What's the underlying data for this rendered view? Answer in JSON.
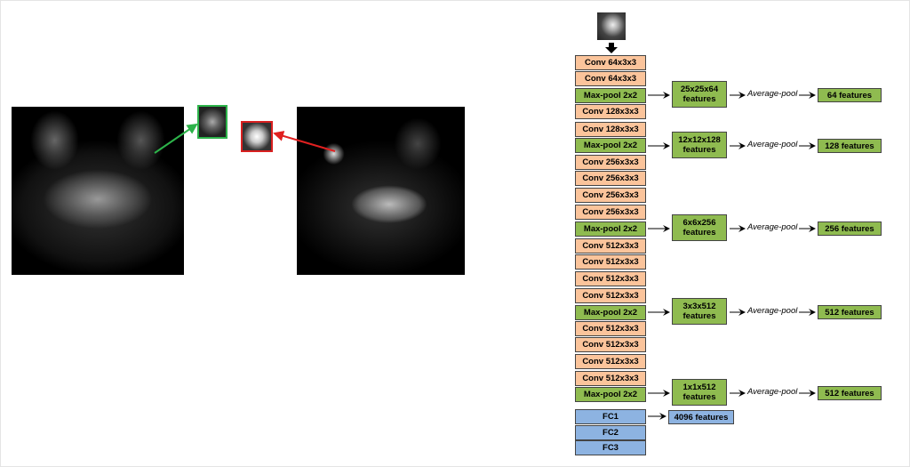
{
  "layers": [
    "Conv 64x3x3",
    "Conv 64x3x3",
    "Max-pool 2x2",
    "Conv 128x3x3",
    "Conv 128x3x3",
    "Max-pool 2x2",
    "Conv 256x3x3",
    "Conv 256x3x3",
    "Conv 256x3x3",
    "Conv 256x3x3",
    "Max-pool 2x2",
    "Conv 512x3x3",
    "Conv 512x3x3",
    "Conv 512x3x3",
    "Conv 512x3x3",
    "Max-pool 2x2",
    "Conv 512x3x3",
    "Conv 512x3x3",
    "Conv 512x3x3",
    "Conv 512x3x3",
    "Max-pool 2x2",
    "FC1",
    "FC2",
    "FC3"
  ],
  "branches": [
    {
      "maps": "25x25x64 features",
      "pool": "Average-pool",
      "out": "64 features"
    },
    {
      "maps": "12x12x128 features",
      "pool": "Average-pool",
      "out": "128 features"
    },
    {
      "maps": "6x6x256 features",
      "pool": "Average-pool",
      "out": "256 features"
    },
    {
      "maps": "3x3x512 features",
      "pool": "Average-pool",
      "out": "512 features"
    },
    {
      "maps": "1x1x512 features",
      "pool": "Average-pool",
      "out": "512 features"
    }
  ],
  "fc_out": "4096 features",
  "colors": {
    "conv": "#fbc49b",
    "pool": "#8fbb50",
    "fc": "#8db3e1",
    "benign_arrow": "#2db34a",
    "malignant_arrow": "#e02020"
  }
}
